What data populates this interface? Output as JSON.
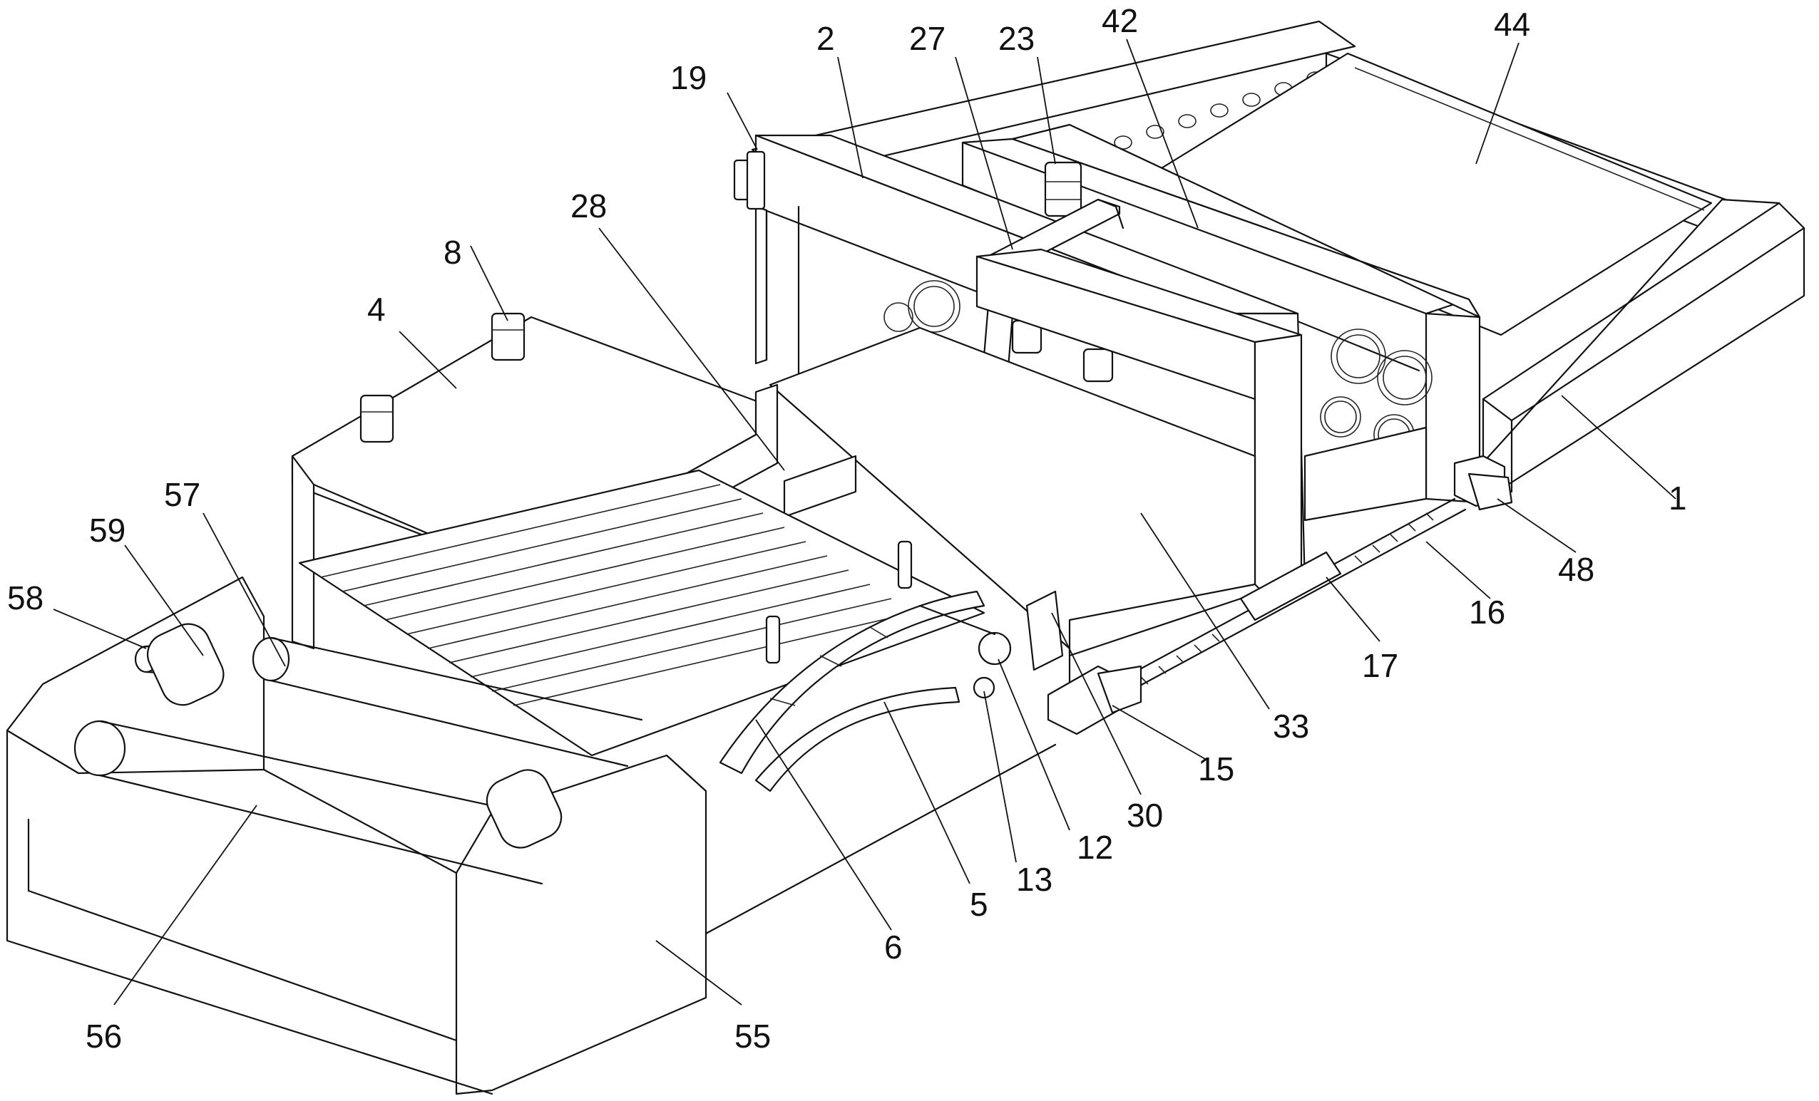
{
  "figure": {
    "title": "Isometric mechanical assembly drawing",
    "labels": [
      {
        "id": "1",
        "text": "1"
      },
      {
        "id": "2",
        "text": "2"
      },
      {
        "id": "4",
        "text": "4"
      },
      {
        "id": "5",
        "text": "5"
      },
      {
        "id": "6",
        "text": "6"
      },
      {
        "id": "8",
        "text": "8"
      },
      {
        "id": "12",
        "text": "12"
      },
      {
        "id": "13",
        "text": "13"
      },
      {
        "id": "15",
        "text": "15"
      },
      {
        "id": "16",
        "text": "16"
      },
      {
        "id": "17",
        "text": "17"
      },
      {
        "id": "19",
        "text": "19"
      },
      {
        "id": "23",
        "text": "23"
      },
      {
        "id": "27",
        "text": "27"
      },
      {
        "id": "28",
        "text": "28"
      },
      {
        "id": "30",
        "text": "30"
      },
      {
        "id": "33",
        "text": "33"
      },
      {
        "id": "42",
        "text": "42"
      },
      {
        "id": "44",
        "text": "44"
      },
      {
        "id": "48",
        "text": "48"
      },
      {
        "id": "55",
        "text": "55"
      },
      {
        "id": "56",
        "text": "56"
      },
      {
        "id": "57",
        "text": "57"
      },
      {
        "id": "58",
        "text": "58"
      },
      {
        "id": "59",
        "text": "59"
      }
    ]
  }
}
